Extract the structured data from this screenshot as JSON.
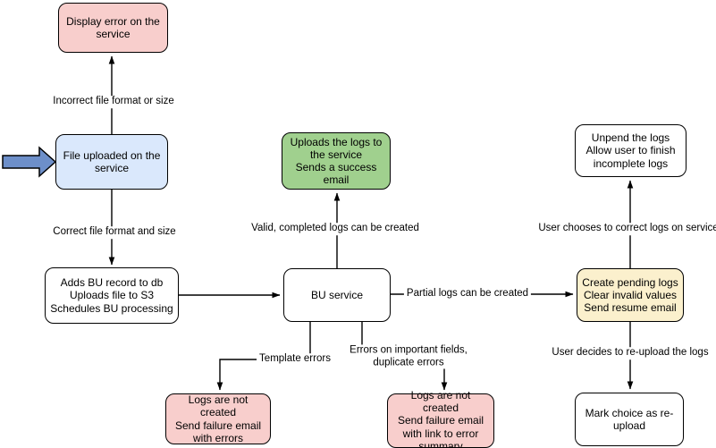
{
  "nodes": {
    "display_error": {
      "label": "Display error on the\nservice",
      "fill": "#f8cecc"
    },
    "file_uploaded": {
      "label": "File uploaded on the\nservice",
      "fill": "#dae8fc"
    },
    "adds_bu": {
      "label": "Adds BU record to db\nUploads file to S3\nSchedules BU processing",
      "fill": "#ffffff"
    },
    "bu_service": {
      "label": "BU service",
      "fill": "#ffffff"
    },
    "uploads_logs": {
      "label": "Uploads the logs to\nthe service\nSends a success\nemail",
      "fill": "#a0d08e"
    },
    "create_pending": {
      "label": "Create pending logs\nClear invalid values\nSend resume email",
      "fill": "#fbf0cd"
    },
    "unpend": {
      "label": "Unpend the logs\nAllow user to finish\nincomplete logs",
      "fill": "#ffffff"
    },
    "mark_choice": {
      "label": "Mark choice as re-\nupload",
      "fill": "#ffffff"
    },
    "fail_template": {
      "label": "Logs are not created\nSend failure email\nwith errors",
      "fill": "#f8cecc"
    },
    "fail_fields": {
      "label": "Logs are not created\nSend failure email\nwith link to error\nsummary",
      "fill": "#f8cecc"
    }
  },
  "edge_labels": {
    "incorrect_format": "Incorrect file format or size",
    "correct_format": "Correct file format and size",
    "valid_logs": "Valid, completed logs can be created",
    "partial_logs": "Partial logs can be created",
    "user_corrects": "User chooses to correct logs on service",
    "user_reuploads": "User decides to re-upload the logs",
    "template_errors": "Template errors",
    "field_errors": "Errors on important fields,\nduplicate errors"
  },
  "icons": {
    "entry_arrow": "thick-right-arrow"
  },
  "colors": {
    "node_border": "#000000",
    "edge_stroke": "#000000",
    "entry_arrow_fill": "#6d8fc9",
    "pink": "#f8cecc",
    "blue": "#dae8fc",
    "green": "#a0d08e",
    "yellow": "#fbf0cd",
    "white": "#ffffff"
  }
}
